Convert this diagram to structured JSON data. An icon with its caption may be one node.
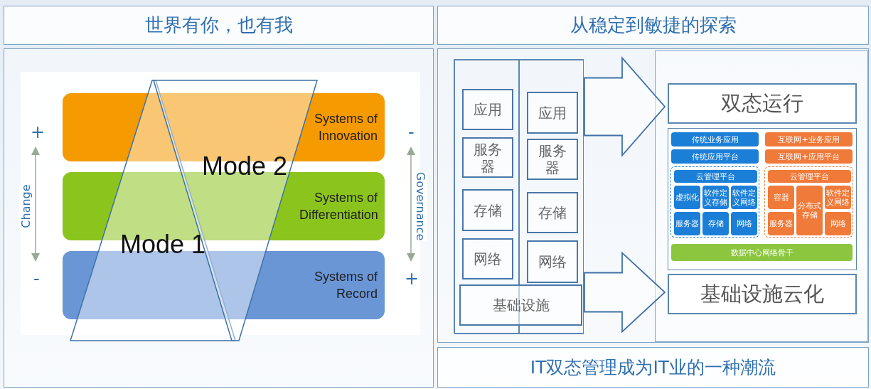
{
  "diagram": {
    "nodes": [
      {
        "text": [
          "世界有你，也有我"
        ]
      },
      {
        "text": [
          "从稳定到敏捷的探索"
        ]
      },
      {
        "text": [],
        "shape": "box"
      },
      {
        "text": [
          "Systems of Innovation"
        ],
        "in": 2
      },
      {
        "text": [
          "Systems of Differentiation"
        ],
        "in": 2
      },
      {
        "text": [
          "Systems of Record"
        ],
        "in": 2
      },
      {
        "text": [
          "Mode 1"
        ],
        "in": 2
      },
      {
        "text": [
          "Mode 2"
        ],
        "in": 2
      },
      {
        "text": [],
        "shape": "box"
      },
      {
        "text": [],
        "shape": "box",
        "in": 8
      },
      {
        "text": [],
        "shape": "box",
        "in": 9
      },
      {
        "text": [],
        "shape": "box",
        "in": 9
      },
      {
        "text": [
          "应用"
        ],
        "in": 10
      },
      {
        "text": [
          "服务器"
        ],
        "in": 10
      },
      {
        "text": [
          "存储"
        ],
        "in": 10
      },
      {
        "text": [
          "网络"
        ],
        "in": 10
      },
      {
        "text": [
          "应用"
        ],
        "in": 11
      },
      {
        "text": [
          "服务器"
        ],
        "in": 11
      },
      {
        "text": [
          "存储"
        ],
        "in": 11
      },
      {
        "text": [
          "网络"
        ],
        "in": 11
      },
      {
        "text": [
          "基础设施"
        ],
        "in": 9
      },
      {
        "text": [],
        "shape": "box",
        "in": 8
      },
      {
        "text": [
          "双态运行"
        ],
        "in": 21
      },
      {
        "text": [],
        "shape": "box",
        "in": 21
      },
      {
        "text": [
          "传统业务应用"
        ],
        "in": 23
      },
      {
        "text": [
          "互联网+业务应用"
        ],
        "in": 23
      },
      {
        "text": [
          "传统应用平台"
        ],
        "in": 23
      },
      {
        "text": [
          "互联网+应用平台"
        ],
        "in": 23
      },
      {
        "text": [],
        "shape": "box",
        "in": 23
      },
      {
        "text": [
          "云管理平台"
        ],
        "in": 28
      },
      {
        "text": [
          "虚拟化"
        ],
        "in": 28
      },
      {
        "text": [
          "软件定义存储"
        ],
        "in": 28
      },
      {
        "text": [
          "软件定义网络"
        ],
        "in": 28
      },
      {
        "text": [
          "服务器"
        ],
        "in": 28
      },
      {
        "text": [
          "存储"
        ],
        "in": 28
      },
      {
        "text": [
          "网络"
        ],
        "in": 28
      },
      {
        "text": [],
        "shape": "box",
        "in": 23
      },
      {
        "text": [
          "云管理平台"
        ],
        "in": 36
      },
      {
        "text": [
          "容器"
        ],
        "in": 36
      },
      {
        "text": [
          "服务器"
        ],
        "in": 36
      },
      {
        "text": [
          "分布式存储"
        ],
        "in": 36
      },
      {
        "text": [
          "软件定义网络"
        ],
        "in": 36
      },
      {
        "text": [
          "网络"
        ],
        "in": 36
      },
      {
        "text": [
          "数据中心网络骨干"
        ],
        "in": 23
      },
      {
        "text": [
          "基础设施云化"
        ],
        "in": 21
      },
      {
        "text": [
          "IT双态管理成为IT业的一种潮流"
        ]
      }
    ],
    "edges": [
      {
        "from": 9,
        "to": 22,
        "arrow": "to",
        "style": "thick"
      },
      {
        "from": 9,
        "to": 44,
        "arrow": "to",
        "style": "thick"
      }
    ],
    "labels": [
      "+",
      "Change",
      "-",
      "-",
      "Governance",
      "+"
    ]
  }
}
